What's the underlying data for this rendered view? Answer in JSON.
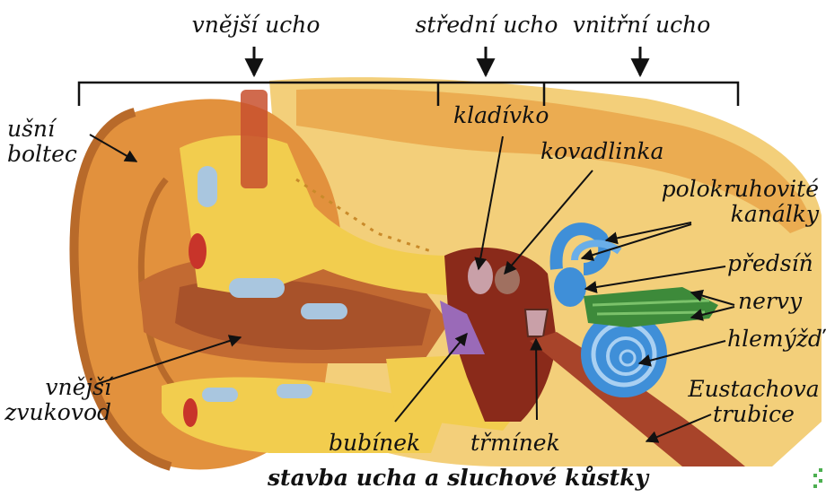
{
  "sections": {
    "outer": "vnější ucho",
    "middle": "střední ucho",
    "inner": "vnitřní ucho"
  },
  "labels": {
    "pinna": [
      "ušní",
      "boltec"
    ],
    "malleus": "kladívko",
    "incus": "kovadlinka",
    "canals": [
      "polokruhovité",
      "kanálky"
    ],
    "vestibule": "předsíň",
    "nerves": "nervy",
    "cochlea": "hlemýžď",
    "ear_canal": [
      "vnější",
      "zvukovod"
    ],
    "eustachian": [
      "Eustachova",
      "trubice"
    ],
    "eardrum": "bubínek",
    "stapes": "třmínek"
  },
  "caption": "stavba ucha a sluchové kůstky",
  "colors": {
    "skin": "#e9a64a",
    "skin_dark": "#b86a2a",
    "bone": "#f2cd4e",
    "canal": "#b35a2b",
    "cavity": "#8a2a1a",
    "inner_ear": "#3f8fd8",
    "nerve": "#3d8a3a"
  }
}
